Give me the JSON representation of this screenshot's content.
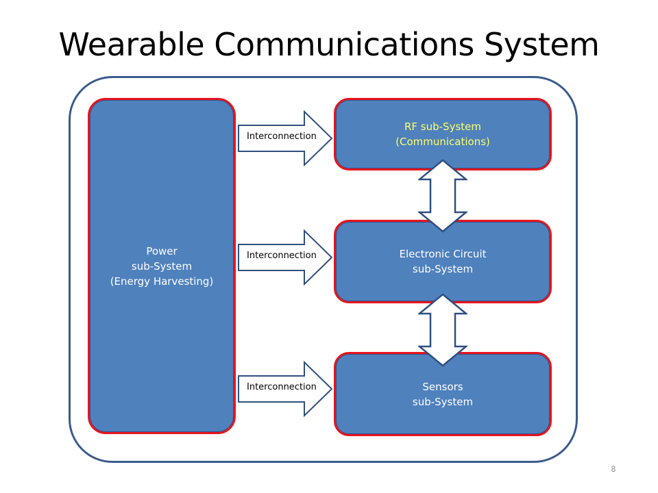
{
  "title": "Wearable Communications System",
  "blocks": {
    "power": {
      "lines": [
        "Power",
        "sub-System",
        "(Energy Harvesting)"
      ]
    },
    "rf": {
      "lines": [
        "RF sub-System",
        "(Communications)"
      ]
    },
    "electronic": {
      "lines": [
        "Electronic Circuit",
        "sub-System"
      ]
    },
    "sensors": {
      "lines": [
        "Sensors",
        "sub-System"
      ]
    }
  },
  "connections": [
    {
      "label": "Interconnection",
      "from": "power",
      "to": "rf"
    },
    {
      "label": "Interconnection",
      "from": "power",
      "to": "electronic"
    },
    {
      "label": "Interconnection",
      "from": "power",
      "to": "sensors"
    }
  ],
  "links": [
    {
      "between": [
        "rf",
        "electronic"
      ],
      "direction": "bidirectional"
    },
    {
      "between": [
        "electronic",
        "sensors"
      ],
      "direction": "bidirectional"
    }
  ],
  "page_number": "8",
  "colors": {
    "block_fill": "#4f81bd",
    "block_border": "#e8141c",
    "container_border": "#3a5a8c",
    "rf_text": "#ffff66",
    "arrow_stroke": "#2f4f7f"
  }
}
